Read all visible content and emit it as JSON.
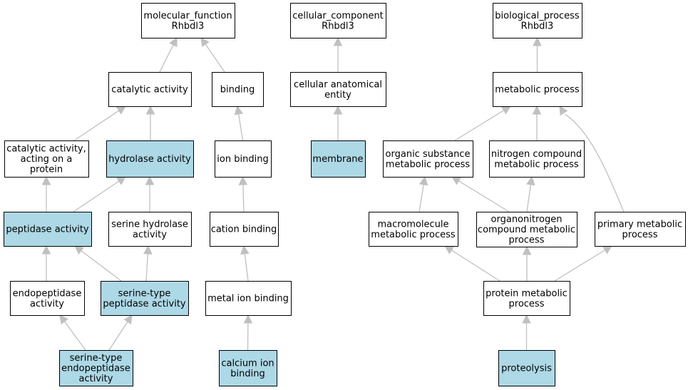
{
  "colors": {
    "highlight_fill": "#add8e6",
    "default_fill": "#ffffff",
    "edge_color": "#c0c0c0"
  },
  "nodes": {
    "mf_root": {
      "lines": [
        "molecular_function",
        "Rhbdl3"
      ],
      "highlighted": false
    },
    "cc_root": {
      "lines": [
        "cellular_component",
        "Rhbdl3"
      ],
      "highlighted": false
    },
    "bp_root": {
      "lines": [
        "biological_process",
        "Rhbdl3"
      ],
      "highlighted": false
    },
    "catalytic": {
      "lines": [
        "catalytic activity"
      ],
      "highlighted": false
    },
    "binding": {
      "lines": [
        "binding"
      ],
      "highlighted": false
    },
    "cae": {
      "lines": [
        "cellular anatomical",
        "entity"
      ],
      "highlighted": false
    },
    "metabolic": {
      "lines": [
        "metabolic process"
      ],
      "highlighted": false
    },
    "cat_protein": {
      "lines": [
        "catalytic activity,",
        "acting on a",
        "protein"
      ],
      "highlighted": false
    },
    "hydrolase": {
      "lines": [
        "hydrolase activity"
      ],
      "highlighted": true
    },
    "ion_binding": {
      "lines": [
        "ion binding"
      ],
      "highlighted": false
    },
    "membrane": {
      "lines": [
        "membrane"
      ],
      "highlighted": true
    },
    "organic_sub": {
      "lines": [
        "organic substance",
        "metabolic process"
      ],
      "highlighted": false
    },
    "nitrogen": {
      "lines": [
        "nitrogen compound",
        "metabolic process"
      ],
      "highlighted": false
    },
    "peptidase": {
      "lines": [
        "peptidase activity"
      ],
      "highlighted": true
    },
    "serine_hydro": {
      "lines": [
        "serine hydrolase",
        "activity"
      ],
      "highlighted": false
    },
    "cation": {
      "lines": [
        "cation binding"
      ],
      "highlighted": false
    },
    "macromol": {
      "lines": [
        "macromolecule",
        "metabolic process"
      ],
      "highlighted": false
    },
    "organonitro": {
      "lines": [
        "organonitrogen",
        "compound metabolic",
        "process"
      ],
      "highlighted": false
    },
    "primary": {
      "lines": [
        "primary metabolic",
        "process"
      ],
      "highlighted": false
    },
    "endopep": {
      "lines": [
        "endopeptidase",
        "activity"
      ],
      "highlighted": false
    },
    "serine_pep": {
      "lines": [
        "serine-type",
        "peptidase activity"
      ],
      "highlighted": true
    },
    "metal_ion": {
      "lines": [
        "metal ion binding"
      ],
      "highlighted": false
    },
    "protein_met": {
      "lines": [
        "protein metabolic",
        "process"
      ],
      "highlighted": false
    },
    "serine_endo": {
      "lines": [
        "serine-type",
        "endopeptidase",
        "activity"
      ],
      "highlighted": true
    },
    "calcium": {
      "lines": [
        "calcium ion",
        "binding"
      ],
      "highlighted": true
    },
    "proteolysis": {
      "lines": [
        "proteolysis"
      ],
      "highlighted": true
    }
  },
  "edges": [
    [
      "catalytic",
      "mf_root"
    ],
    [
      "binding",
      "mf_root"
    ],
    [
      "cae",
      "cc_root"
    ],
    [
      "metabolic",
      "bp_root"
    ],
    [
      "cat_protein",
      "catalytic"
    ],
    [
      "hydrolase",
      "catalytic"
    ],
    [
      "ion_binding",
      "binding"
    ],
    [
      "membrane",
      "cae"
    ],
    [
      "organic_sub",
      "metabolic"
    ],
    [
      "nitrogen",
      "metabolic"
    ],
    [
      "primary",
      "metabolic"
    ],
    [
      "peptidase",
      "cat_protein"
    ],
    [
      "peptidase",
      "hydrolase"
    ],
    [
      "serine_hydro",
      "hydrolase"
    ],
    [
      "cation",
      "ion_binding"
    ],
    [
      "macromol",
      "organic_sub"
    ],
    [
      "organonitro",
      "organic_sub"
    ],
    [
      "organonitro",
      "nitrogen"
    ],
    [
      "endopep",
      "peptidase"
    ],
    [
      "serine_pep",
      "peptidase"
    ],
    [
      "serine_pep",
      "serine_hydro"
    ],
    [
      "metal_ion",
      "cation"
    ],
    [
      "protein_met",
      "macromol"
    ],
    [
      "protein_met",
      "organonitro"
    ],
    [
      "protein_met",
      "primary"
    ],
    [
      "serine_endo",
      "endopep"
    ],
    [
      "serine_endo",
      "serine_pep"
    ],
    [
      "calcium",
      "metal_ion"
    ],
    [
      "proteolysis",
      "protein_met"
    ]
  ]
}
